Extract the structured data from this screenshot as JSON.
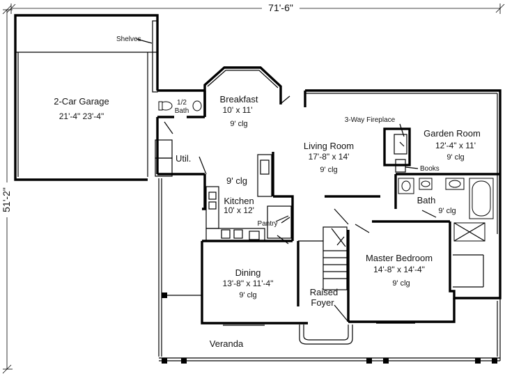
{
  "dimensions": {
    "overall_width": "71'-6\"",
    "overall_depth": "51'-2\""
  },
  "rooms": {
    "garage": {
      "name": "2-Car Garage",
      "size": "21'-4\"  23'-4\""
    },
    "shelves": {
      "name": "Shelves"
    },
    "half_bath": {
      "name_line1": "1/2",
      "name_line2": "Bath"
    },
    "util": {
      "name": "Util."
    },
    "breakfast": {
      "name": "Breakfast",
      "size": "10' x 11'",
      "ceiling": "9' clg"
    },
    "kitchen": {
      "name": "Kitchen",
      "size": "10' x 12'",
      "ceiling": "9' clg"
    },
    "pantry": {
      "name": "Pantry"
    },
    "living": {
      "name": "Living Room",
      "size": "17'-8\" x 14'",
      "ceiling": "9' clg"
    },
    "fireplace": {
      "name": "3-Way Fireplace"
    },
    "garden": {
      "name": "Garden Room",
      "size": "12'-4\" x 11'",
      "ceiling": "9' clg"
    },
    "books": {
      "name": "Books"
    },
    "bath": {
      "name": "Bath",
      "ceiling": "9' clg"
    },
    "master": {
      "name": "Master Bedroom",
      "size": "14'-8\" x 14'-4\"",
      "ceiling": "9' clg"
    },
    "dining": {
      "name": "Dining",
      "size": "13'-8\" x 11'-4\"",
      "ceiling": "9' clg"
    },
    "foyer": {
      "name_line1": "Raised",
      "name_line2": "Foyer"
    },
    "veranda": {
      "name": "Veranda"
    }
  }
}
